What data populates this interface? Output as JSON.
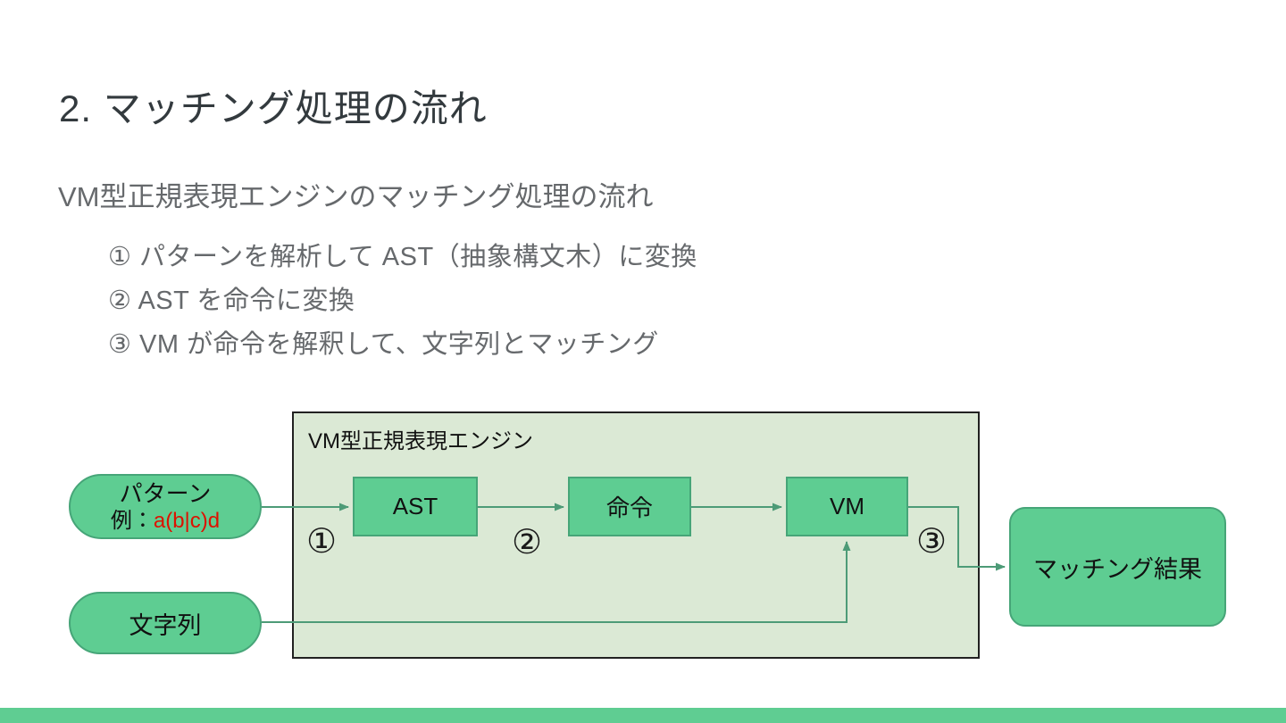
{
  "slide": {
    "title": "2. マッチング処理の流れ",
    "subtitle": "VM型正規表現エンジンのマッチング処理の流れ",
    "steps": [
      "① パターンを解析して AST（抽象構文木）に変換",
      "② AST を命令に変換",
      "③ VM が命令を解釈して、文字列とマッチング"
    ]
  },
  "diagram": {
    "engine_label": "VM型正規表現エンジン",
    "nodes": [
      {
        "id": "ast",
        "label": "AST"
      },
      {
        "id": "instructions",
        "label": "命令"
      },
      {
        "id": "vm",
        "label": "VM"
      }
    ],
    "step_markers": [
      "①",
      "②",
      "③"
    ],
    "pattern_input": {
      "title": "パターン",
      "example_label": "例：",
      "example_value": "a(b|c)d"
    },
    "string_input": {
      "label": "文字列"
    },
    "output": {
      "label": "マッチング結果"
    }
  },
  "colors": {
    "node_fill": "#5ECD92",
    "node_border": "#46A578",
    "engine_fill": "#DBE9D5",
    "engine_border": "#212121",
    "connector": "#4D9B77",
    "accent_bar": "#5FCD92",
    "example_red": "#DD1100",
    "title_text": "#333A3E",
    "body_text": "#66696C"
  }
}
